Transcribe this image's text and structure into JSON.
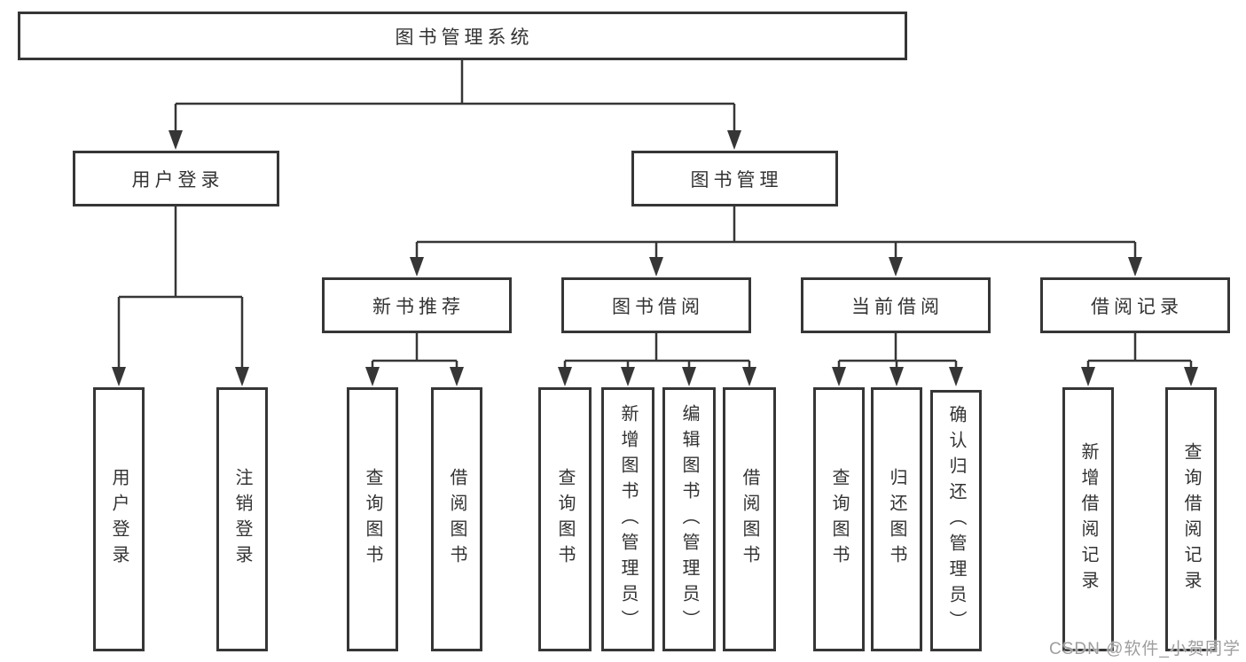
{
  "diagram": {
    "root": {
      "label": "图书管理系统"
    },
    "branches": [
      {
        "label": "用户登录",
        "children": [
          {
            "label": "用户登录"
          },
          {
            "label": "注销登录"
          }
        ]
      },
      {
        "label": "图书管理",
        "children": [
          {
            "label": "新书推荐",
            "children": [
              {
                "label": "查询图书"
              },
              {
                "label": "借阅图书"
              }
            ]
          },
          {
            "label": "图书借阅",
            "children": [
              {
                "label": "查询图书"
              },
              {
                "label": "新增图书（管理员）"
              },
              {
                "label": "编辑图书（管理员）"
              },
              {
                "label": "借阅图书"
              }
            ]
          },
          {
            "label": "当前借阅",
            "children": [
              {
                "label": "查询图书"
              },
              {
                "label": "归还图书"
              },
              {
                "label": "确认归还（管理员）"
              }
            ]
          },
          {
            "label": "借阅记录",
            "children": [
              {
                "label": "新增借阅记录"
              },
              {
                "label": "查询借阅记录"
              }
            ]
          }
        ]
      }
    ]
  },
  "watermark": {
    "text": "CSDN @软件_小贺同学"
  },
  "colors": {
    "line": "#363636",
    "text": "#333333",
    "box_background": "#ffffff",
    "watermark": "#9e9e9e",
    "background": "#ffffff"
  }
}
